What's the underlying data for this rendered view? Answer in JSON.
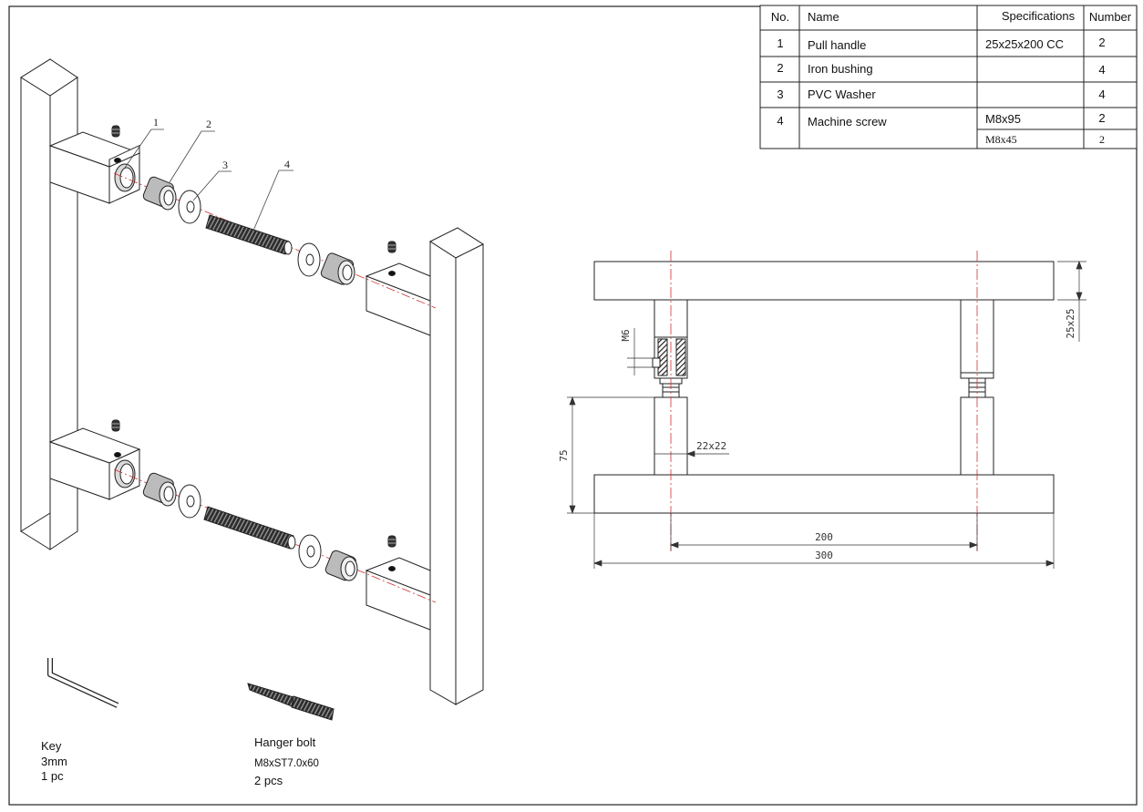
{
  "parts_table": {
    "headers": [
      "No.",
      "Name",
      "Specifications",
      "Number"
    ],
    "rows": [
      {
        "no": "1",
        "name": "Pull handle",
        "spec": "25x25x200 CC",
        "number": "2"
      },
      {
        "no": "2",
        "name": "Iron bushing",
        "spec": "",
        "number": "4"
      },
      {
        "no": "3",
        "name": "PVC Washer",
        "spec": "",
        "number": "4"
      },
      {
        "no": "4",
        "name": "Machine screw",
        "spec": "M8x95",
        "number": "2",
        "spec2": "M8x45",
        "number2": "2"
      }
    ]
  },
  "callouts": [
    "1",
    "2",
    "3",
    "4"
  ],
  "accessories": {
    "key": {
      "name": "Key",
      "size": "3mm",
      "qty": "1 pc"
    },
    "bolt": {
      "name": "Hanger bolt",
      "spec": "M8xST7.0x60",
      "qty": "2 pcs"
    }
  },
  "dimensions": {
    "bar_section": "25x25",
    "thread": "M6",
    "post_section": "22x22",
    "height": "75",
    "center_distance": "200",
    "overall_length": "300"
  },
  "colors": {
    "line": "#222222",
    "centerline": "#d03030",
    "thread": "#3a3a3a"
  }
}
